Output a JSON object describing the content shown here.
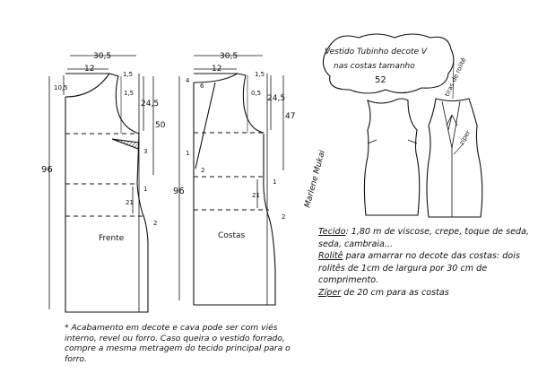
{
  "front": {
    "label": "Frente",
    "width": "30,5",
    "neck_width": "12",
    "neck_depth": "10,5",
    "shoulder_drop": "1,5",
    "armhole_offset": "1,5",
    "armhole_depth": "24,5",
    "waist_length": "50",
    "total_length": "96",
    "dart": "3",
    "hip_in": "1",
    "hip_depth": "21",
    "hem_out": "2"
  },
  "back": {
    "label": "Costas",
    "width": "30,5",
    "neck_width": "12",
    "neck_depth": "4",
    "v_offset": "6",
    "shoulder_drop": "1,5",
    "armhole_offset": "0,5",
    "armhole_depth": "24,5",
    "waist_length": "47",
    "total_length": "96",
    "v_mark": "2",
    "v_side": "1",
    "hip_in": "1",
    "hip_depth": "21",
    "hem_out": "2"
  },
  "title": {
    "line1": "Vestido Tubinho decote V",
    "line2": "nas costas tamanho",
    "size": "52"
  },
  "illustration": {
    "rolite_label": "tiras de rolitê",
    "zipper_label": "zíper"
  },
  "signature": "Marlene Mukai",
  "materials": {
    "fabric_title": "Tecido",
    "fabric_text": ": 1,80 m de viscose, crepe, toque de seda, seda, cambraia...",
    "rolite_title": "Rolitê",
    "rolite_text": " para amarrar no decote das costas: dois rolitês de 1cm de largura por 30 cm de comprimento.",
    "zipper_title": "Zíper",
    "zipper_text": " de 20 cm para as costas"
  },
  "footnote": "* Acabamento em decote e cava pode ser com viés interno, revel ou forro. Caso queira o vestido forrado, compre a mesma metragem do tecido principal para o forro."
}
